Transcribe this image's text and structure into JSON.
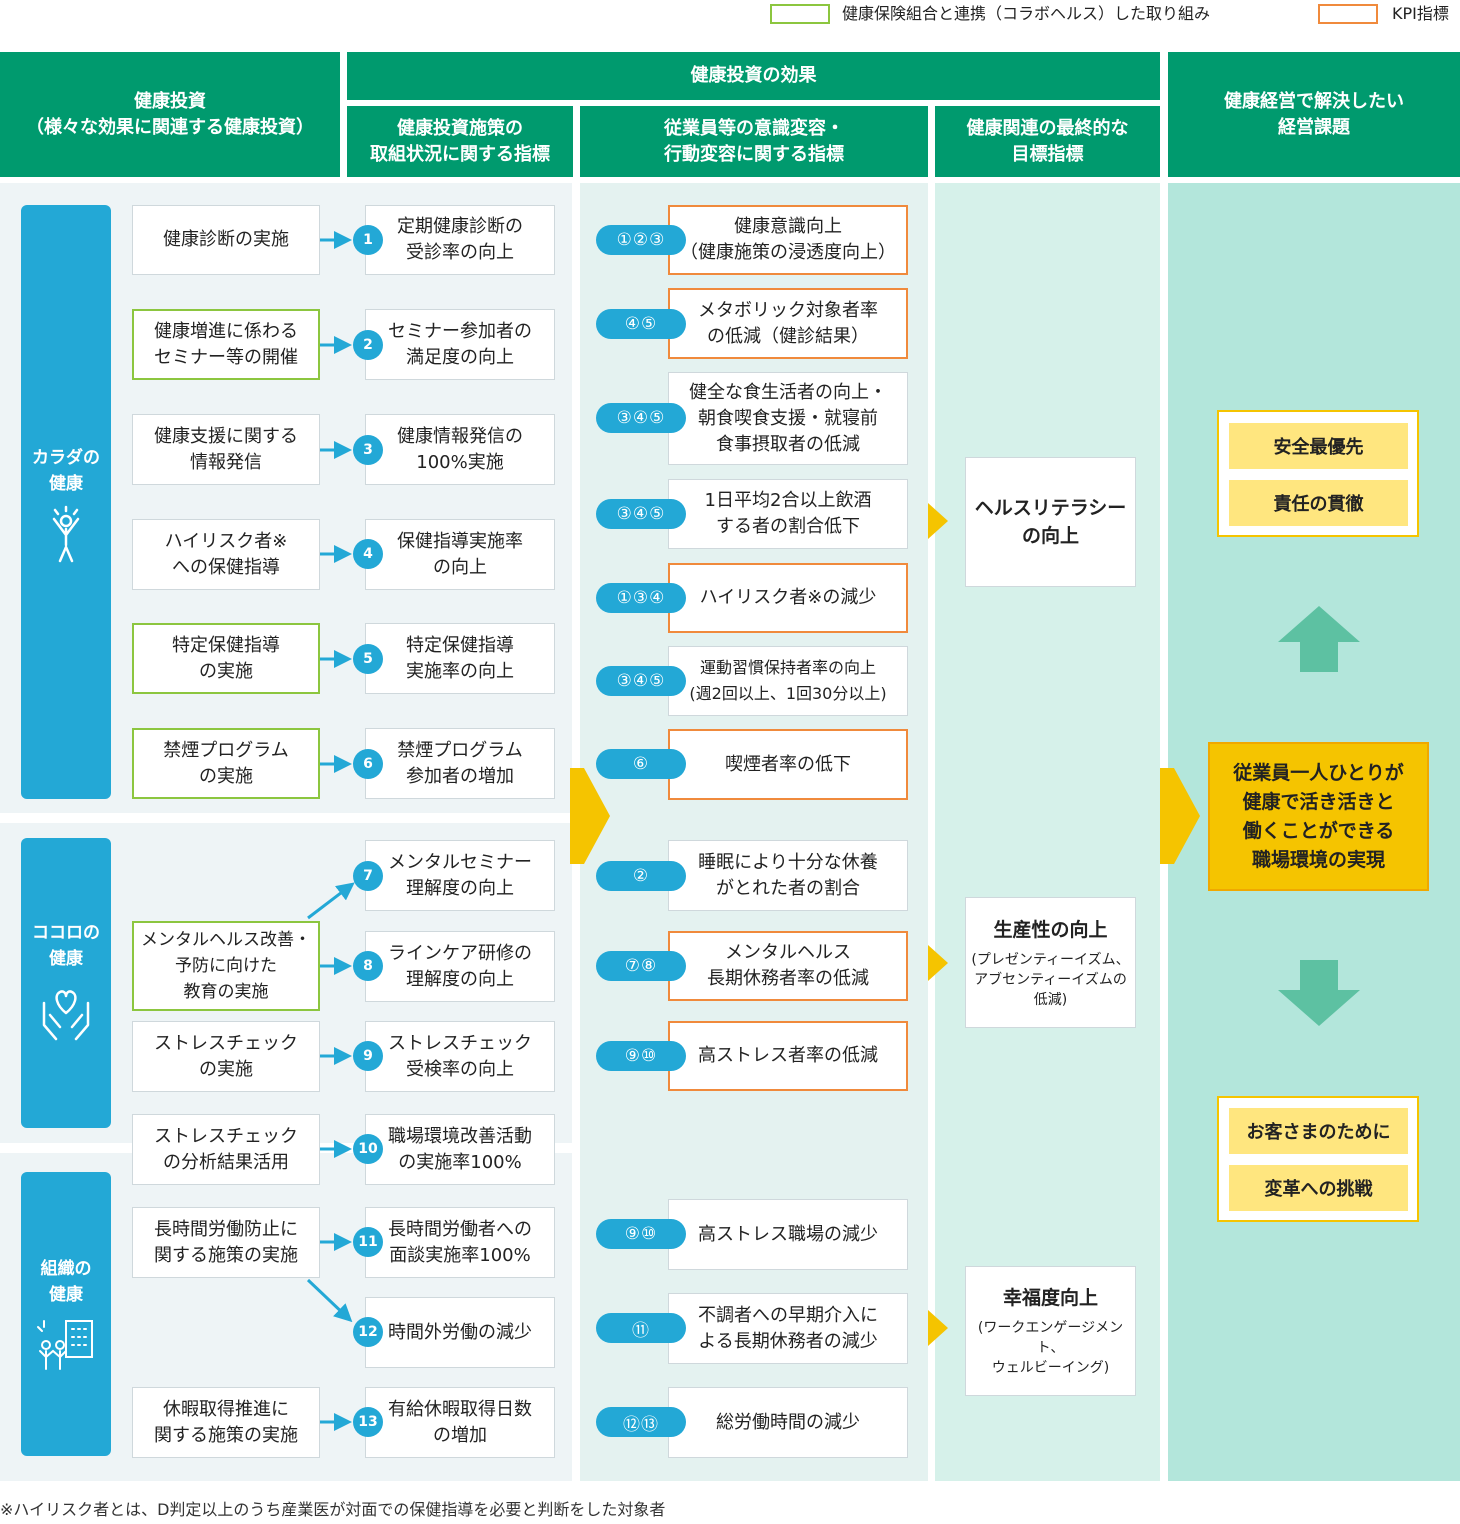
{
  "legend": {
    "collab": "健康保険組合と連携（コラボヘルス）した取り組み",
    "kpi": "KPI指標"
  },
  "headers": {
    "investment": "健康投資\n（様々な効果に関連する健康投資）",
    "effects": "健康投資の効果",
    "measures": "健康投資施策の\n取組状況に関する指標",
    "awareness": "従業員等の意識変容・\n行動変容に関する指標",
    "final": "健康関連の最終的な\n目標指標",
    "issues": "健康経営で解決したい\n経営課題"
  },
  "categories": [
    {
      "label": "カラダの\n健康",
      "icon": "person-cheering-icon"
    },
    {
      "label": "ココロの\n健康",
      "icon": "heart-hands-icon"
    },
    {
      "label": "組織の\n健康",
      "icon": "team-building-icon"
    }
  ],
  "investments": [
    {
      "label": "健康診断の実施",
      "collab": false
    },
    {
      "label": "健康増進に係わる\nセミナー等の開催",
      "collab": true
    },
    {
      "label": "健康支援に関する\n情報発信",
      "collab": false
    },
    {
      "label": "ハイリスク者※\nへの保健指導",
      "collab": false
    },
    {
      "label": "特定保健指導\nの実施",
      "collab": true
    },
    {
      "label": "禁煙プログラム\nの実施",
      "collab": true
    },
    {
      "label": "メンタルヘルス改善・\n予防に向けた\n教育の実施",
      "collab": true
    },
    {
      "label": "ストレスチェック\nの実施",
      "collab": false
    },
    {
      "label": "ストレスチェック\nの分析結果活用",
      "collab": false
    },
    {
      "label": "長時間労働防止に\n関する施策の実施",
      "collab": false
    },
    {
      "label": "休暇取得推進に\n関する施策の実施",
      "collab": false
    }
  ],
  "measures": [
    {
      "num": "1",
      "label": "定期健康診断の\n受診率の向上"
    },
    {
      "num": "2",
      "label": "セミナー参加者の\n満足度の向上"
    },
    {
      "num": "3",
      "label": "健康情報発信の\n100%実施"
    },
    {
      "num": "4",
      "label": "保健指導実施率\nの向上"
    },
    {
      "num": "5",
      "label": "特定保健指導\n実施率の向上"
    },
    {
      "num": "6",
      "label": "禁煙プログラム\n参加者の増加"
    },
    {
      "num": "7",
      "label": "メンタルセミナー\n理解度の向上"
    },
    {
      "num": "8",
      "label": "ラインケア研修の\n理解度の向上"
    },
    {
      "num": "9",
      "label": "ストレスチェック\n受検率の向上"
    },
    {
      "num": "10",
      "label": "職場環境改善活動\nの実施率100%"
    },
    {
      "num": "11",
      "label": "長時間労働者への\n面談実施率100%"
    },
    {
      "num": "12",
      "label": "時間外労働の減少"
    },
    {
      "num": "13",
      "label": "有給休暇取得日数\nの増加"
    }
  ],
  "awareness": [
    {
      "nums": "①②③",
      "label": "健康意識向上\n（健康施策の浸透度向上）",
      "kpi": true
    },
    {
      "nums": "④⑤",
      "label": "メタボリック対象者率\nの低減（健診結果）",
      "kpi": true
    },
    {
      "nums": "③④⑤",
      "label": "健全な食生活者の向上・\n朝食喫食支援・就寝前\n食事摂取者の低減",
      "kpi": false
    },
    {
      "nums": "③④⑤",
      "label": "1日平均2合以上飲酒\nする者の割合低下",
      "kpi": false
    },
    {
      "nums": "①③④",
      "label": "ハイリスク者※の減少",
      "kpi": true
    },
    {
      "nums": "③④⑤",
      "label": "運動習慣保持者率の向上\n(週2回以上、1回30分以上)",
      "kpi": false
    },
    {
      "nums": "⑥",
      "label": "喫煙者率の低下",
      "kpi": true
    },
    {
      "nums": "②",
      "label": "睡眠により十分な休養\nがとれた者の割合",
      "kpi": false
    },
    {
      "nums": "⑦⑧",
      "label": "メンタルヘルス\n長期休務者率の低減",
      "kpi": true
    },
    {
      "nums": "⑨⑩",
      "label": "高ストレス者率の低減",
      "kpi": true
    },
    {
      "nums": "⑨⑩",
      "label": "高ストレス職場の減少",
      "kpi": false
    },
    {
      "nums": "⑪",
      "label": "不調者への早期介入に\nよる長期休務者の減少",
      "kpi": false
    },
    {
      "nums": "⑫⑬",
      "label": "総労働時間の減少",
      "kpi": false
    }
  ],
  "targets": [
    {
      "title": "ヘルスリテラシー\nの向上",
      "sub": ""
    },
    {
      "title": "生産性の向上",
      "sub": "(プレゼンティーイズム、\nアブセンティーイズムの\n低減)"
    },
    {
      "title": "幸福度向上",
      "sub": "(ワークエンゲージメント、\nウェルビーイング)"
    }
  ],
  "issues": {
    "top": [
      "安全最優先",
      "責任の貫徹"
    ],
    "center": "従業員一人ひとりが\n健康で活き活きと\n働くことができる\n職場環境の実現",
    "bottom": [
      "お客さまのために",
      "変革への挑戦"
    ],
    "colors": {
      "green": "#009a6e",
      "blue": "#23a8d6",
      "yellow": "#f5c400",
      "teal": "#b3e6db",
      "kpi": "#f08a3c",
      "collab": "#8cc63f"
    }
  },
  "footnote": "※ハイリスク者とは、D判定以上のうち産業医が対面での保健指導を必要と判断をした対象者"
}
